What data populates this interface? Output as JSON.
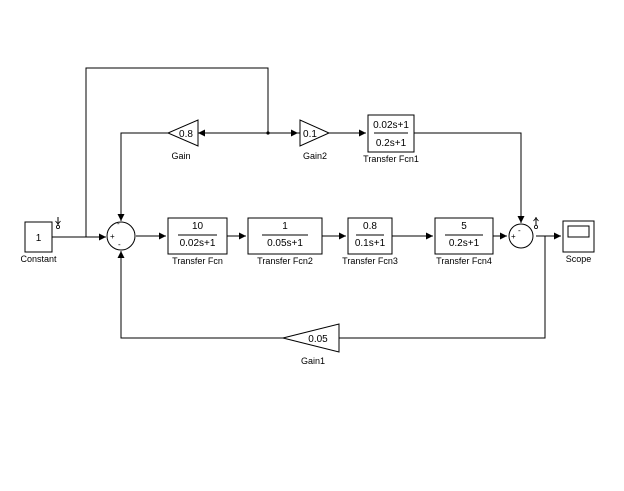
{
  "blocks": {
    "constant": {
      "value": "1",
      "label": "Constant"
    },
    "tf1": {
      "num": "10",
      "den": "0.02s+1",
      "label": "Transfer Fcn"
    },
    "tf2": {
      "num": "1",
      "den": "0.05s+1",
      "label": "Transfer Fcn2"
    },
    "tf3": {
      "num": "0.8",
      "den": "0.1s+1",
      "label": "Transfer Fcn3"
    },
    "tf4": {
      "num": "5",
      "den": "0.2s+1",
      "label": "Transfer Fcn4"
    },
    "tf_top": {
      "num": "0.02s+1",
      "den": "0.2s+1",
      "label": "Transfer Fcn1"
    },
    "gain": {
      "value": "0.8",
      "label": "Gain"
    },
    "gain2": {
      "value": "0.1",
      "label": "Gain2"
    },
    "gain1": {
      "value": "0.05",
      "label": "Gain1"
    },
    "scope": {
      "label": "Scope"
    }
  },
  "sum1": {
    "signs": [
      "+",
      "-",
      "-"
    ]
  },
  "sum2": {
    "signs": [
      "+",
      "-"
    ]
  }
}
